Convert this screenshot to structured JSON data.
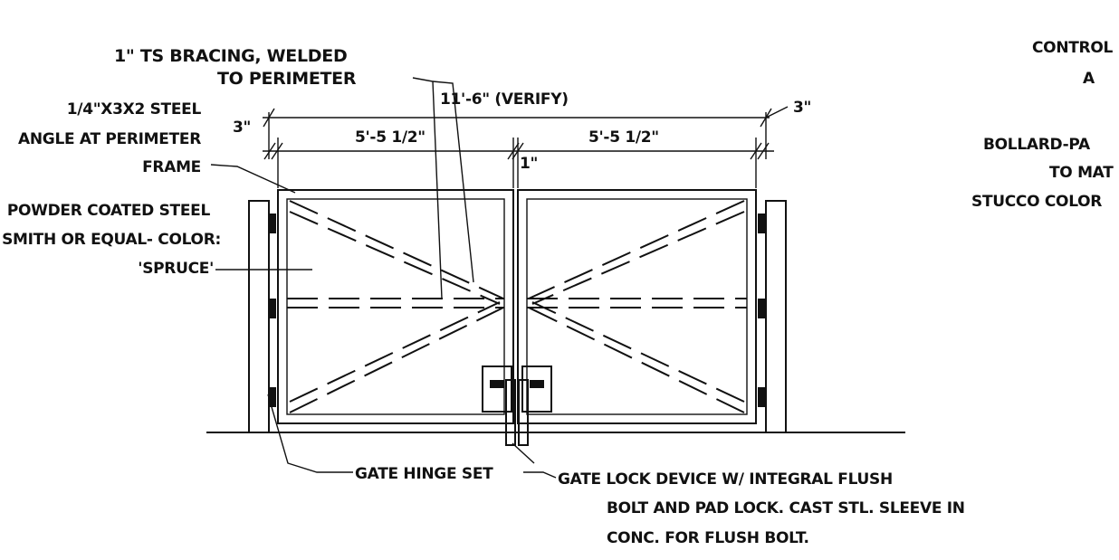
{
  "labels": {
    "bracing": [
      "1\" TS BRACING, WELDED",
      "TO PERIMETER"
    ],
    "angle": [
      "1/4\"X3X2 STEEL",
      "ANGLE AT PERIMETER",
      "FRAME"
    ],
    "powder": [
      "POWDER COATED STEEL",
      "SMITH OR EQUAL- COLOR:",
      "'SPRUCE'"
    ],
    "control": [
      "CONTROL",
      "A"
    ],
    "bollard": [
      "BOLLARD-PA",
      "TO MAT",
      "STUCCO COLOR"
    ],
    "hinge": "GATE HINGE SET",
    "lock": [
      "GATE LOCK DEVICE W/ INTEGRAL FLUSH",
      "BOLT AND PAD LOCK. CAST STL. SLEEVE IN",
      "CONC. FOR FLUSH BOLT."
    ]
  },
  "dimensions": {
    "overall": "11'-6\" (VERIFY)",
    "left_leaf": "5'-5 1/2\"",
    "right_leaf": "5'-5 1/2\"",
    "left_post": "3\"",
    "right_post": "3\"",
    "center_gap": "1\""
  }
}
